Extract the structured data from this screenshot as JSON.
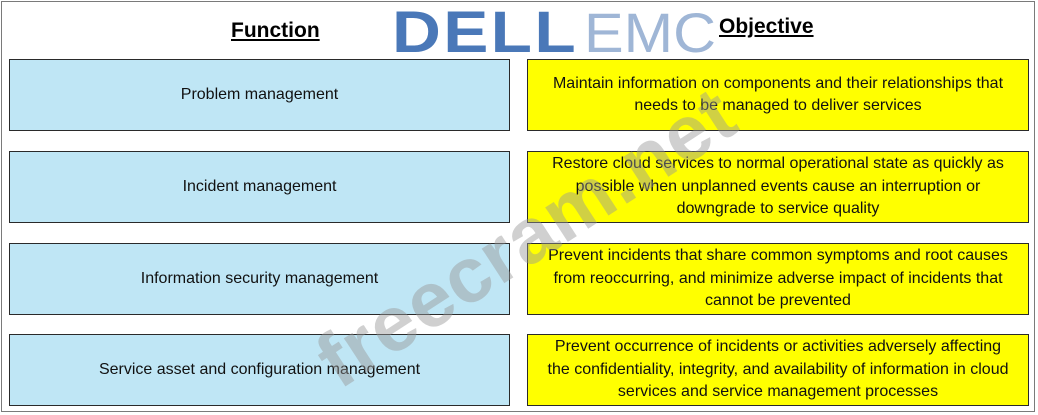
{
  "headers": {
    "function": "Function",
    "objective": "Objective"
  },
  "logo": {
    "dell": "DELL",
    "emc": "EMC",
    "color": "#4a78b8",
    "emc_color": "#9fb6d6"
  },
  "watermark": "freecram.net",
  "functions": [
    "Problem management",
    "Incident management",
    "Information security management",
    "Service asset and configuration management"
  ],
  "objectives": [
    "Maintain information on components and their relationships that needs to be managed to deliver services",
    "Restore cloud services to normal operational state as quickly as possible when unplanned events cause an interruption or downgrade to service quality",
    "Prevent incidents that share common symptoms and root causes from reoccurring, and minimize adverse impact of incidents that cannot be prevented",
    "Prevent occurrence of incidents or activities adversely affecting the confidentiality, integrity, and availability of information in cloud services and service management processes"
  ],
  "colors": {
    "function_box": "#bfe6f5",
    "objective_box": "#ffff00"
  }
}
